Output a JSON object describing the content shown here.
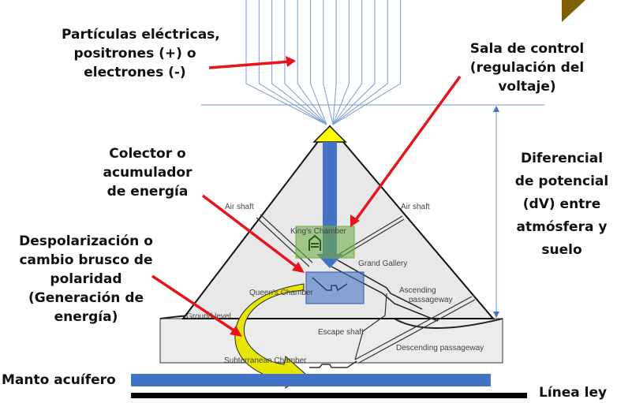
{
  "labels": {
    "particles": [
      "Partículas eléctricas,",
      "positrones (+) o",
      "electrones (-)"
    ],
    "control_room": [
      "Sala de control",
      "(regulación del",
      "voltaje)"
    ],
    "collector": [
      "Colector o",
      "acumulador",
      "de energía"
    ],
    "depolarization": [
      "Despolarización o",
      "cambio brusco de",
      "polaridad",
      "(Generación de",
      "energía)"
    ],
    "potential": [
      "Diferencial",
      "de potencial",
      "(dV) entre",
      "atmósfera y",
      "suelo"
    ],
    "aquifer": "Manto acuífero",
    "ley_line": "Línea ley"
  },
  "pyramid_labels": {
    "air_shaft_left": "Air shaft",
    "air_shaft_right": "Air shaft",
    "kings_chamber": "King's Chamber",
    "grand_gallery": "Grand Gallery",
    "queens_chamber": "Queen's Chamber",
    "ascending_1": "Ascending",
    "ascending_2": "passageway",
    "ground_level": "Ground level",
    "escape_shaft": "Escape shaft",
    "descending": "Descending passageway",
    "subterranean": "Subterranean Chamber"
  },
  "colors": {
    "arrow_red": "#e8141c",
    "blue": "#4472c4",
    "line_blue": "#6f93c9",
    "green": "#70ad47",
    "yellow": "#ffff00",
    "brown": "#7f6000",
    "stone": "#e8e8e8"
  }
}
